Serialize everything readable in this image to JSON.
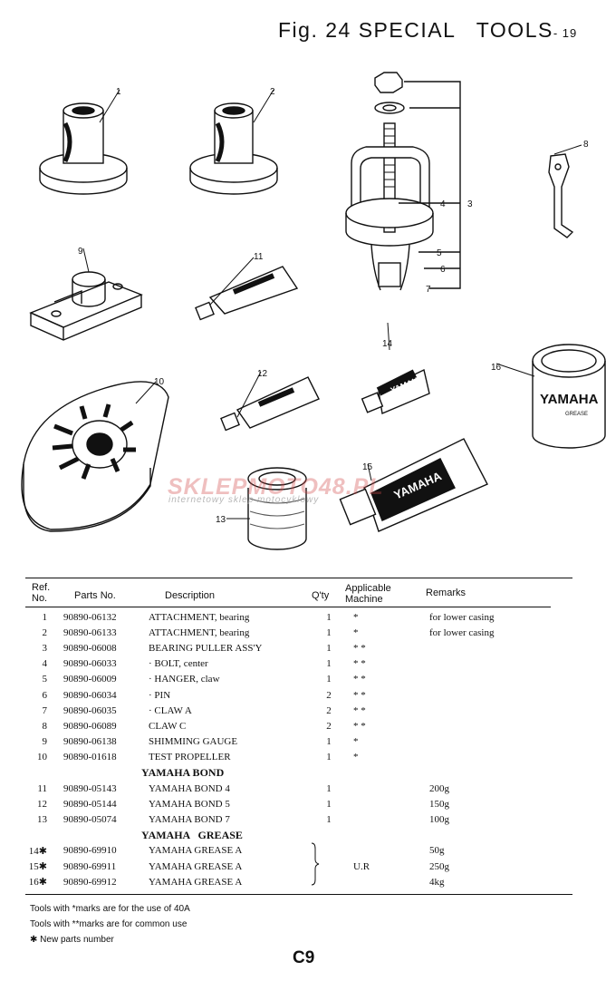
{
  "figure": {
    "prefix": "Fig.",
    "number": "24",
    "title": "SPECIAL   TOOLS",
    "suffix": "- 19"
  },
  "callouts": [
    "1",
    "2",
    "3",
    "4",
    "5",
    "6",
    "7",
    "8",
    "9",
    "10",
    "11",
    "12",
    "13",
    "14",
    "15",
    "16"
  ],
  "tool_labels": {
    "can16": "YAMAHA",
    "can16_sub": "GREASE",
    "tube14": "YAMAHA",
    "tube15": "YAMAHA"
  },
  "watermark": {
    "brand": "SKLEPMOTO48.PL",
    "tagline": "internetowy sklep motocyklowy"
  },
  "table": {
    "headers": {
      "ref": "Ref.",
      "ref2": "No.",
      "parts_no": "Parts No.",
      "description": "Description",
      "qty": "Q'ty",
      "applicable": "Applicable",
      "applicable2": "Machine",
      "remarks": "Remarks"
    },
    "group1": [
      {
        "ref": "1",
        "pno": "90890-06132",
        "desc": "ATTACHMENT, bearing",
        "qty": "1",
        "app": "*",
        "rem": "for lower casing"
      },
      {
        "ref": "2",
        "pno": "90890-06133",
        "desc": "ATTACHMENT, bearing",
        "qty": "1",
        "app": "*",
        "rem": "for lower casing"
      },
      {
        "ref": "3",
        "pno": "90890-06008",
        "desc": "BEARING PULLER ASS'Y",
        "qty": "1",
        "app": "* *",
        "rem": ""
      },
      {
        "ref": "4",
        "pno": "90890-06033",
        "desc": "· BOLT, center",
        "qty": "1",
        "app": "* *",
        "rem": ""
      },
      {
        "ref": "5",
        "pno": "90890-06009",
        "desc": "· HANGER, claw",
        "qty": "1",
        "app": "* *",
        "rem": ""
      },
      {
        "ref": "6",
        "pno": "90890-06034",
        "desc": "· PIN",
        "qty": "2",
        "app": "* *",
        "rem": ""
      },
      {
        "ref": "7",
        "pno": "90890-06035",
        "desc": "· CLAW  A",
        "qty": "2",
        "app": "* *",
        "rem": ""
      },
      {
        "ref": "8",
        "pno": "90890-06089",
        "desc": "CLAW  C",
        "qty": "2",
        "app": "* *",
        "rem": ""
      },
      {
        "ref": "9",
        "pno": "90890-06138",
        "desc": "SHIMMING GAUGE",
        "qty": "1",
        "app": "*",
        "rem": ""
      },
      {
        "ref": "10",
        "pno": "90890-01618",
        "desc": "TEST PROPELLER",
        "qty": "1",
        "app": "*",
        "rem": ""
      }
    ],
    "section_bond": "YAMAHA BOND",
    "group2": [
      {
        "ref": "11",
        "pno": "90890-05143",
        "desc": "YAMAHA BOND 4",
        "qty": "1",
        "app": "",
        "rem": "200g"
      },
      {
        "ref": "12",
        "pno": "90890-05144",
        "desc": "YAMAHA BOND 5",
        "qty": "1",
        "app": "",
        "rem": "150g"
      },
      {
        "ref": "13",
        "pno": "90890-05074",
        "desc": "YAMAHA BOND 7",
        "qty": "1",
        "app": "",
        "rem": "100g"
      }
    ],
    "section_grease": "YAMAHA   GREASE",
    "group3": [
      {
        "ref": "14✱",
        "pno": "90890-69910",
        "desc": "YAMAHA GREASE  A",
        "qty": "",
        "app": "",
        "rem": "50g"
      },
      {
        "ref": "15✱",
        "pno": "90890-69911",
        "desc": "YAMAHA GREASE  A",
        "qty": "",
        "app": "U.R",
        "rem": "250g"
      },
      {
        "ref": "16✱",
        "pno": "90890-69912",
        "desc": "YAMAHA GREASE  A",
        "qty": "",
        "app": "",
        "rem": "4kg"
      }
    ]
  },
  "notes": [
    "Tools with *marks are for the use of 40A",
    "Tools with **marks are for common use",
    "✱  New parts number"
  ],
  "page_number": "C9"
}
